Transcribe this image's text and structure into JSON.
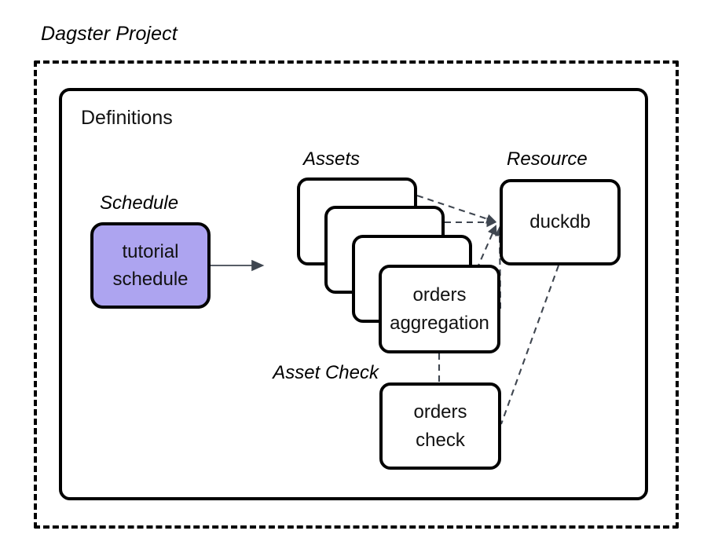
{
  "diagram": {
    "title": "Dagster Project",
    "inner_container_label": "Definitions",
    "groups": {
      "schedule": "Schedule",
      "assets": "Assets",
      "resource": "Resource",
      "asset_check_line1": "Asset",
      "asset_check_line2": "Check"
    },
    "nodes": {
      "schedule": {
        "line1": "tutorial",
        "line2": "schedule",
        "fill": "#ada4f0",
        "stroke": "#000000"
      },
      "asset_1": {
        "line1": "",
        "line2": "",
        "fill": "#ffffff",
        "stroke": "#000000"
      },
      "asset_2": {
        "line1": "",
        "line2": "",
        "fill": "#ffffff",
        "stroke": "#000000"
      },
      "asset_3": {
        "line1": "",
        "line2": "",
        "fill": "#ffffff",
        "stroke": "#000000"
      },
      "asset_4": {
        "line1": "orders",
        "line2": "aggregation",
        "fill": "#ffffff",
        "stroke": "#000000"
      },
      "resource": {
        "line1": "duckdb",
        "line2": "",
        "fill": "#ffffff",
        "stroke": "#000000"
      },
      "asset_check": {
        "line1": "orders",
        "line2": "check",
        "fill": "#ffffff",
        "stroke": "#000000"
      }
    },
    "edges": {
      "schedule_to_assets": {
        "style": "solid",
        "arrow": "filled-triangle",
        "color": "#3f4650"
      },
      "assets_to_resource": {
        "style": "dashed",
        "arrow": "small-triangle",
        "color": "#3f4650"
      },
      "aggregation_to_check": {
        "style": "dashed",
        "arrow": "none",
        "color": "#3f4650"
      },
      "resource_to_check": {
        "style": "dashed",
        "arrow": "none",
        "color": "#3f4650"
      }
    },
    "colors": {
      "background": "#ffffff",
      "outline": "#000000",
      "schedule_fill": "#ada4f0",
      "edge": "#3f4650"
    }
  }
}
